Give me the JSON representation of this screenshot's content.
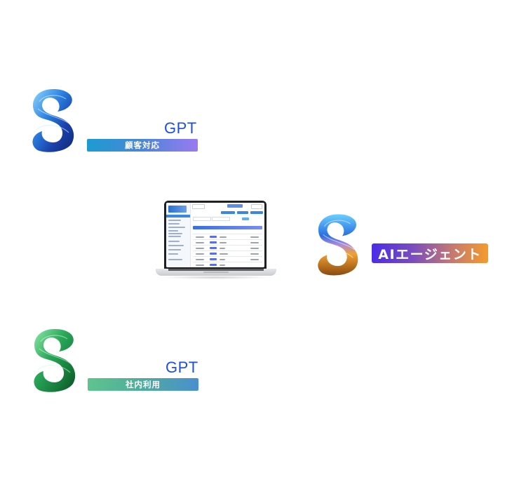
{
  "products": {
    "customer_service": {
      "name": "GPT",
      "badge": "顧客対応",
      "logo_icon": "swirl-logo-blue",
      "accent": "#1f4fe0",
      "badge_gradient": [
        "#1d9bd0",
        "#9b7af0"
      ]
    },
    "internal_use": {
      "name": "GPT",
      "badge": "社内利用",
      "logo_icon": "swirl-logo-green",
      "accent": "#1f4fe0",
      "badge_gradient": [
        "#5ec48e",
        "#4a8fd0"
      ]
    },
    "ai_agent": {
      "badge": "AIエージェント",
      "logo_icon": "swirl-logo-blue-gold",
      "badge_gradient": [
        "#4a2de6",
        "#f59b2a"
      ]
    }
  },
  "laptop": {
    "device_icon": "laptop-icon",
    "screen_content": "admin-dashboard-table"
  }
}
